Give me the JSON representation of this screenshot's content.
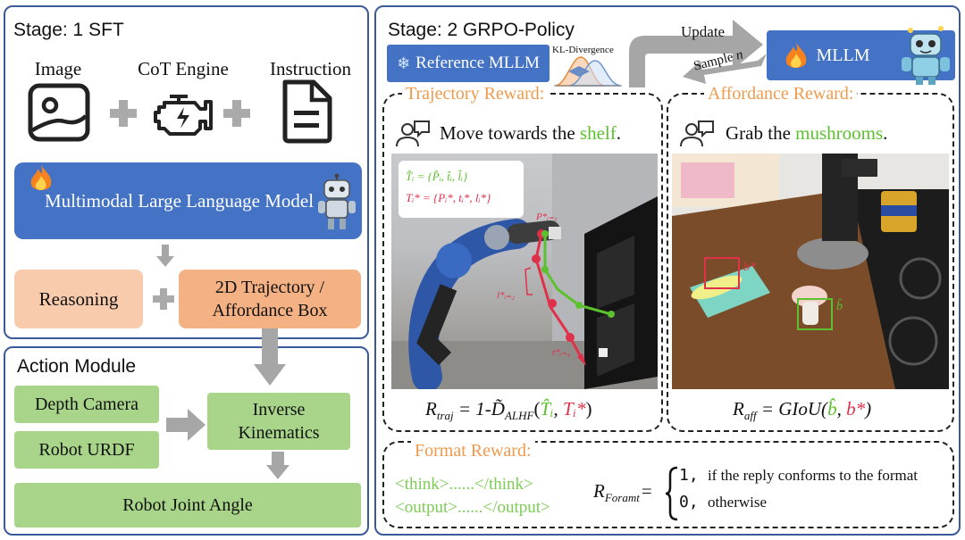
{
  "stage1": {
    "title": "Stage: 1 SFT",
    "inputs": [
      {
        "label": "Image",
        "icon": "image-icon"
      },
      {
        "label": "CoT Engine",
        "icon": "engine-icon"
      },
      {
        "label": "Instruction",
        "icon": "document-icon"
      }
    ],
    "plus": "+",
    "mllm": "Multimodal Large Language Model",
    "reasoning": "Reasoning",
    "output_line1": "2D Trajectory /",
    "output_line2": "Affordance Box"
  },
  "action_module": {
    "title": "Action Module",
    "depth_camera": "Depth Camera",
    "robot_urdf": "Robot URDF",
    "ik_line1": "Inverse",
    "ik_line2": "Kinematics",
    "joint_angle": "Robot Joint Angle"
  },
  "stage2": {
    "title": "Stage: 2 GRPO-Policy",
    "reference": "Reference MLLM",
    "kl": "KL-Divergence",
    "update": "Update",
    "sample": "Sample",
    "sample_n": "n",
    "mllm": "MLLM",
    "trajectory_reward": "Trajectory Reward:",
    "affordance_reward": "Affordance Reward:",
    "traj_instruction_prefix": "Move towards the ",
    "traj_instruction_obj": "shelf",
    "traj_instruction_suffix": ".",
    "aff_instruction_prefix": "Grab the ",
    "aff_instruction_obj": "mushrooms",
    "aff_instruction_suffix": ".",
    "traj_pred": "T̂ᵢ = {P̂ᵢ, t̂ᵢ, l̂ᵢ}",
    "traj_gt": "Tᵢ* = {Pᵢ*, tᵢ*, lᵢ*}",
    "p_label": "P*ᵢ₌₁",
    "l_label": "l*ᵢ₌₂",
    "t_label": "t*ᵢ₌₄",
    "traj_eq_lhs": "R",
    "traj_eq_sub": "traj",
    "traj_eq_mid": " =  1-",
    "traj_eq_D": "D̃",
    "traj_eq_Dsub": "ALHF",
    "traj_eq_open": "(",
    "traj_eq_t1": "T̂ᵢ",
    "traj_eq_comma": ", ",
    "traj_eq_t2": "Tᵢ*",
    "traj_eq_close": ")",
    "aff_b_star": "b*",
    "aff_b_hat": "b̂",
    "aff_eq_lhs": "R",
    "aff_eq_sub": "aff",
    "aff_eq_mid": " = GIoU(",
    "aff_eq_b1": "b̂",
    "aff_eq_comma": ", ",
    "aff_eq_b2": "b*",
    "aff_eq_close": ")",
    "format_reward": "Format Reward:",
    "think_tag": "<think>......</think>",
    "output_tag": "<output>......</output>",
    "fmt_eq_lhs": "R",
    "fmt_eq_sub": "Foramt",
    "fmt_eq_eq": "=",
    "case1_val": "1,",
    "case1_text": "if the reply conforms to the format",
    "case0_val": "0,",
    "case0_text": "otherwise"
  },
  "colors": {
    "border": "#3a5a99",
    "mllm_blue": "#4472c4",
    "reasoning": "#f8cbad",
    "traj_box": "#f4b183",
    "green_box": "#a8d58a",
    "reward_orange": "#ef9a4c",
    "pred_green": "#5cc12e",
    "gt_red": "#e0314b"
  }
}
